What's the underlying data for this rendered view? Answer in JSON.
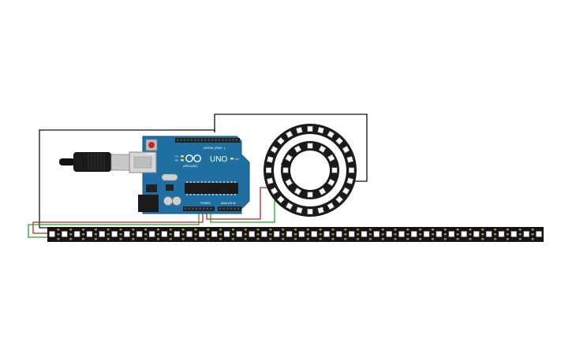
{
  "board": {
    "brand": "ARDUINO",
    "model": "UNO",
    "digital_label": "DIGITAL (PWM ~)",
    "power_label": "POWER",
    "analog_label": "ANALOG IN",
    "reset_label": "RESET",
    "on_label": "ON",
    "tx_label": "TX",
    "rx_label": "RX",
    "color": "#1f6fa3"
  },
  "components": {
    "usb_cable": "usb-cable",
    "ring_outer_leds": 24,
    "ring_inner_leds": 12,
    "strip_leds": 40
  },
  "wires": {
    "ground_color": "#111111",
    "power_color": "#cc2222",
    "data_color": "#22aa22"
  }
}
